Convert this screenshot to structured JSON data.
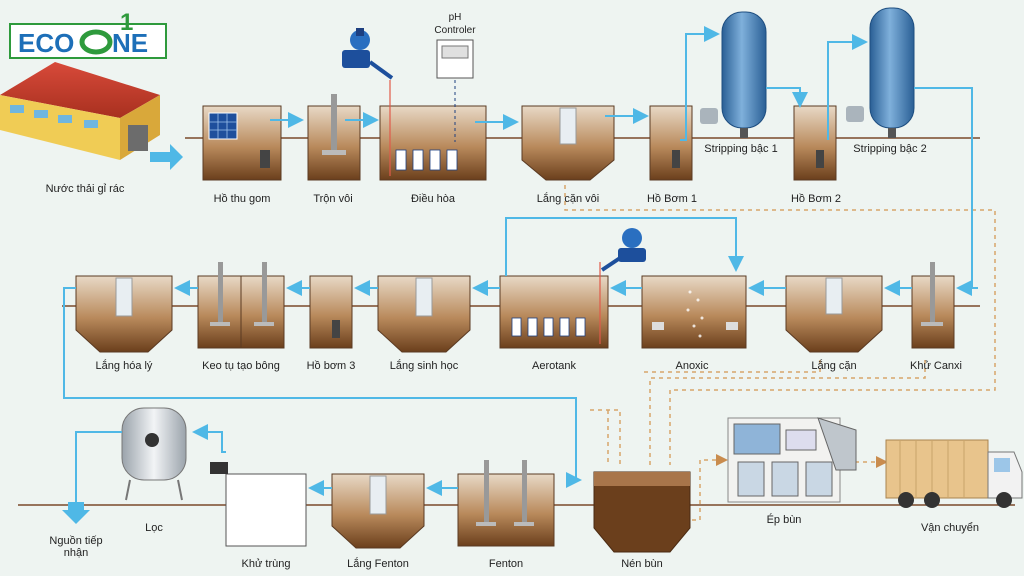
{
  "logo": {
    "text": "ECO",
    "text2": "NE",
    "digit": "1"
  },
  "controller": {
    "line1": "pH",
    "line2": "Controler"
  },
  "labels": {
    "source": "Nước thải gỉ rác",
    "collect": "Hồ thu gom",
    "lime_mix": "Trộn vôi",
    "equalize": "Điều hòa",
    "lime_settle": "Lắng cặn vôi",
    "pump1": "Hồ Bơm 1",
    "strip1": "Stripping bậc 1",
    "pump2": "Hồ Bơm 2",
    "strip2": "Stripping bậc 2",
    "decalc": "Khử Canxi",
    "settle": "Lắng cặn",
    "anoxic": "Anoxic",
    "aerotank": "Aerotank",
    "bio_settle": "Lắng sinh học",
    "pump3": "Hồ bơm 3",
    "coag": "Keo tụ tạo bông",
    "phys_settle": "Lắng hóa lý",
    "filter": "Lọc",
    "receiver": "Nguồn tiếp nhận",
    "disinfect": "Khử trùng",
    "fenton_settle": "Lắng Fenton",
    "fenton": "Fenton",
    "thicken": "Nén bùn",
    "press": "Ép bùn",
    "transport": "Vận chuyển"
  },
  "colors": {
    "background": "#eef4f1",
    "water": "#4fb8e6",
    "sludge": "#8a5a32",
    "tank_blue": "#3f7fb8",
    "logo_green": "#2e9a3c",
    "logo_blue": "#1d6fb8",
    "dashed": "#d7a56b"
  }
}
